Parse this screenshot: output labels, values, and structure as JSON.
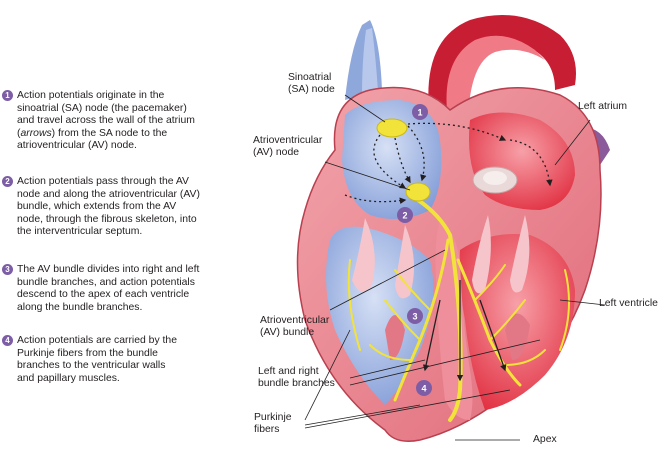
{
  "steps": [
    {
      "number": "1",
      "lines": [
        "Action potentials originate in the",
        "sinoatrial (SA) node (the pacemaker)",
        "and travel across the wall of the atrium",
        [
          "(",
          "arrows",
          ") from the SA node to the"
        ],
        "atrioventricular (AV) node."
      ]
    },
    {
      "number": "2",
      "lines": [
        "Action potentials pass through the AV",
        "node and along the atrioventricular (AV)",
        "bundle, which extends from the AV",
        "node, through the fibrous skeleton, into",
        "the interventricular septum."
      ]
    },
    {
      "number": "3",
      "lines": [
        "The AV bundle divides into right and left",
        "bundle branches, and action potentials",
        "descend to the apex of each ventricle",
        "along the bundle branches."
      ]
    },
    {
      "number": "4",
      "lines": [
        "Action potentials are carried by the",
        "Purkinje fibers from the bundle",
        "branches to the ventricular walls",
        "and papillary muscles."
      ]
    }
  ],
  "labels": {
    "sa_node": [
      "Sinoatrial",
      "(SA) node"
    ],
    "av_node": [
      "Atrioventricular",
      "(AV) node"
    ],
    "left_atrium": [
      "Left atrium"
    ],
    "left_ventricle": [
      "Left ventricle"
    ],
    "av_bundle": [
      "Atrioventricular",
      "(AV) bundle"
    ],
    "bundle_branches": [
      "Left and right",
      "bundle branches"
    ],
    "purkinje": [
      "Purkinje",
      "fibers"
    ],
    "apex": [
      "Apex"
    ]
  },
  "markers": [
    "1",
    "2",
    "3",
    "4"
  ],
  "colors": {
    "marker": "#7d5ea6",
    "conduction": "#f2e33a",
    "myocardium": "#e87a86",
    "blood_right": "#9db6e6",
    "blood_left": "#e8303f",
    "vessel_purple": "#8b5a9a"
  }
}
